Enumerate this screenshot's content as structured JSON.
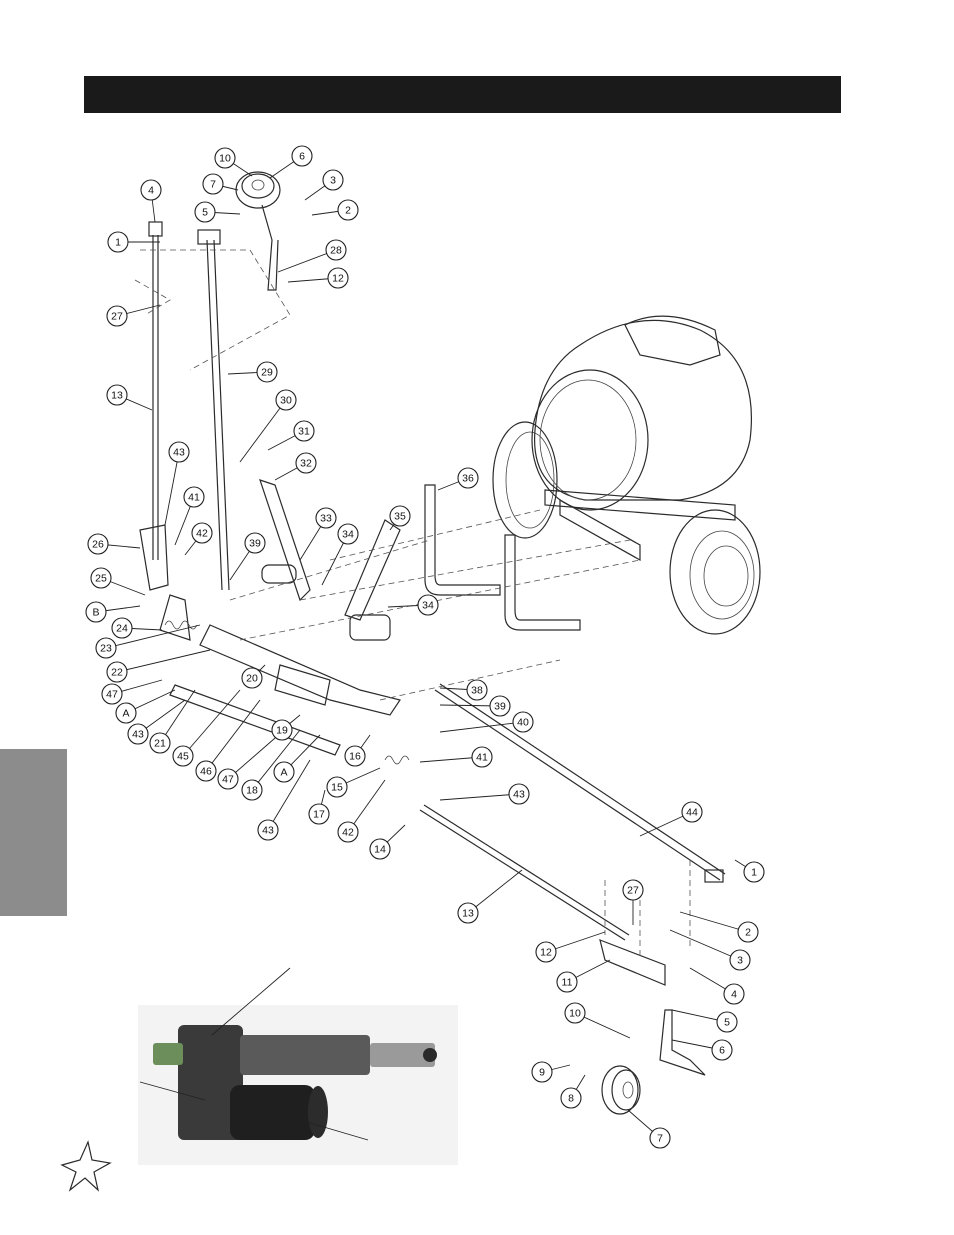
{
  "header": {
    "title": ""
  },
  "callouts": [
    {
      "label": "10"
    },
    {
      "label": "6"
    },
    {
      "label": "7"
    },
    {
      "label": "3"
    },
    {
      "label": "5"
    },
    {
      "label": "2"
    },
    {
      "label": "4"
    },
    {
      "label": "1"
    },
    {
      "label": "28"
    },
    {
      "label": "12"
    },
    {
      "label": "27"
    },
    {
      "label": "29"
    },
    {
      "label": "13"
    },
    {
      "label": "30"
    },
    {
      "label": "31"
    },
    {
      "label": "43"
    },
    {
      "label": "32"
    },
    {
      "label": "36"
    },
    {
      "label": "41"
    },
    {
      "label": "33"
    },
    {
      "label": "35"
    },
    {
      "label": "34"
    },
    {
      "label": "26"
    },
    {
      "label": "42"
    },
    {
      "label": "39"
    },
    {
      "label": "25"
    },
    {
      "label": "34"
    },
    {
      "label": "B"
    },
    {
      "label": "24"
    },
    {
      "label": "23"
    },
    {
      "label": "22"
    },
    {
      "label": "20"
    },
    {
      "label": "47"
    },
    {
      "label": "38"
    },
    {
      "label": "A"
    },
    {
      "label": "39"
    },
    {
      "label": "40"
    },
    {
      "label": "43"
    },
    {
      "label": "21"
    },
    {
      "label": "45"
    },
    {
      "label": "46"
    },
    {
      "label": "19"
    },
    {
      "label": "16"
    },
    {
      "label": "41"
    },
    {
      "label": "47"
    },
    {
      "label": "A"
    },
    {
      "label": "15"
    },
    {
      "label": "18"
    },
    {
      "label": "17"
    },
    {
      "label": "43"
    },
    {
      "label": "43"
    },
    {
      "label": "42"
    },
    {
      "label": "14"
    },
    {
      "label": "44"
    },
    {
      "label": "1"
    },
    {
      "label": "13"
    },
    {
      "label": "27"
    },
    {
      "label": "2"
    },
    {
      "label": "12"
    },
    {
      "label": "3"
    },
    {
      "label": "11"
    },
    {
      "label": "4"
    },
    {
      "label": "5"
    },
    {
      "label": "10"
    },
    {
      "label": "6"
    },
    {
      "label": "9"
    },
    {
      "label": "8"
    },
    {
      "label": "7"
    }
  ]
}
